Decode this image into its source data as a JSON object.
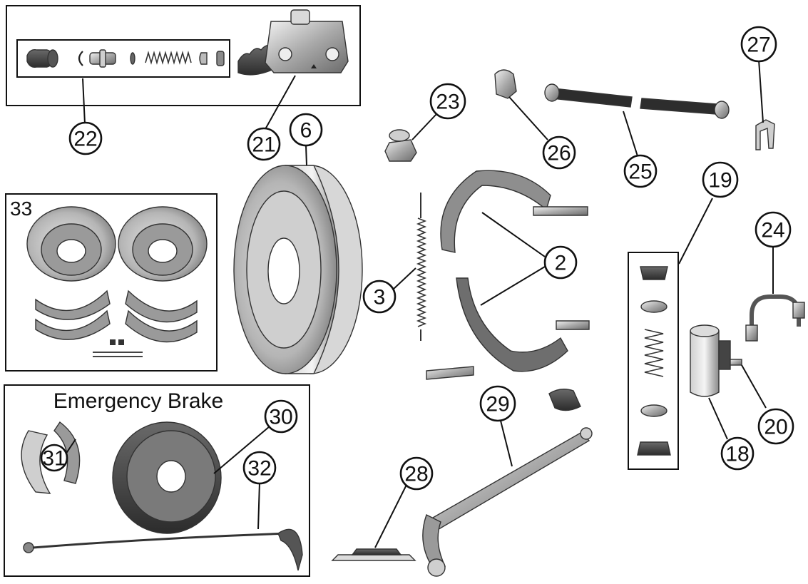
{
  "diagram": {
    "callouts": [
      "2",
      "3",
      "6",
      "18",
      "19",
      "20",
      "21",
      "22",
      "23",
      "24",
      "25",
      "26",
      "27",
      "28",
      "29",
      "30",
      "31",
      "32",
      "33"
    ],
    "box_labels": {
      "wheel_kit": "33",
      "emergency_brake": "Emergency Brake"
    },
    "parts": [
      "master-cylinder",
      "master-cylinder-rebuild-kit",
      "brake-drum",
      "return-spring",
      "brake-shoes",
      "shoe-bolt",
      "wheel-cylinder",
      "wheel-cylinder-kit",
      "bleeder-screw",
      "brake-line",
      "brake-hose",
      "stop-light-switch",
      "hose-clip",
      "drum-nut",
      "emergency-brake-shoes",
      "emergency-brake-drum",
      "emergency-brake-cable",
      "pedal-pad",
      "brake-pedal",
      "drum-pair",
      "shoe-set",
      "spring-kit"
    ]
  }
}
